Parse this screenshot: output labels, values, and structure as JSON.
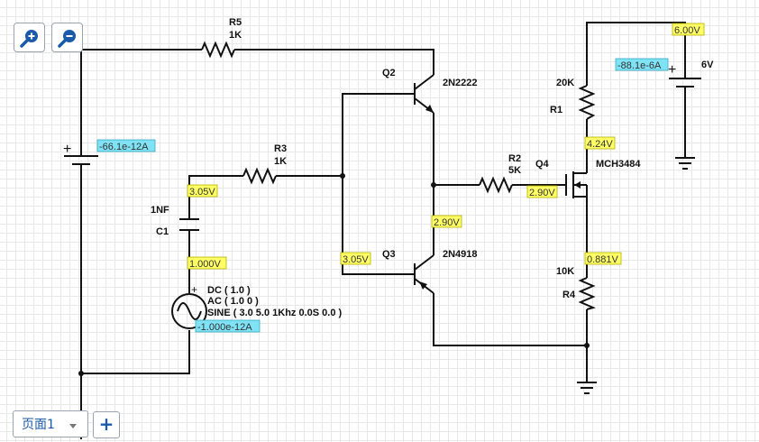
{
  "toolbar": {
    "zoom_in_icon": "zoom-in-icon",
    "zoom_out_icon": "zoom-out-icon",
    "accent": "#1b5aa8"
  },
  "page_tabs": {
    "current": "页面1",
    "add_label": "+"
  },
  "colors": {
    "voltage_probe": "#ffff66",
    "current_probe": "#7fe3f5",
    "wire": "#111111"
  },
  "components": {
    "r5": {
      "ref": "R5",
      "value": "1K"
    },
    "r3": {
      "ref": "R3",
      "value": "1K"
    },
    "r2": {
      "ref": "R2",
      "value": "5K"
    },
    "r1": {
      "ref": "R1",
      "value": "20K"
    },
    "r4": {
      "ref": "R4",
      "value": "10K"
    },
    "c1": {
      "ref": "C1",
      "value": "1NF"
    },
    "q2": {
      "ref": "Q2",
      "part": "2N2222"
    },
    "q3": {
      "ref": "Q3",
      "part": "2N4918"
    },
    "q4": {
      "ref": "Q4",
      "part": "MCH3484"
    },
    "supply": {
      "value": "6V"
    },
    "source": {
      "dc": "DC ( 1.0 )",
      "ac": "AC ( 1.0 0 )",
      "sine": "SINE ( 3.0 5.0 1Khz 0.0S 0.0 )"
    }
  },
  "probes": {
    "v_c1_top": "3.05V",
    "v_c1_bottom": "1.000V",
    "v_q3_base": "3.05V",
    "v_emitter_node": "2.90V",
    "v_q4_gate": "2.90V",
    "v_q4_drain": "4.24V",
    "v_supply": "6.00V",
    "v_q4_source": "0.881V",
    "i_left_battery": "-66.1e-12A",
    "i_source": "-1.000e-12A",
    "i_supply": "-88.1e-6A"
  }
}
